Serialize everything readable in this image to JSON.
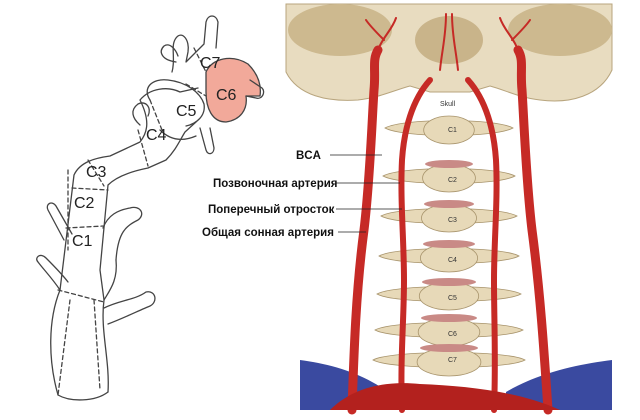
{
  "left_diagram": {
    "segments": [
      "C1",
      "C2",
      "C3",
      "C4",
      "C5",
      "C6",
      "C7"
    ],
    "highlight_color": "#f2a99a"
  },
  "anatomy": {
    "labels": {
      "bca": "BCA",
      "vertebral_artery": "Позвоночная артерия",
      "transverse_process": "Поперечный отросток",
      "common_carotid": "Общая сонная артерия"
    },
    "small_labels": [
      "Skull",
      "C1",
      "C2",
      "C3",
      "C4",
      "C5",
      "C6",
      "C7"
    ],
    "colors": {
      "artery": "#c62a26",
      "bone": "#e7d9b8",
      "disc": "#c98a86",
      "vein": "#3a4aa0"
    }
  }
}
